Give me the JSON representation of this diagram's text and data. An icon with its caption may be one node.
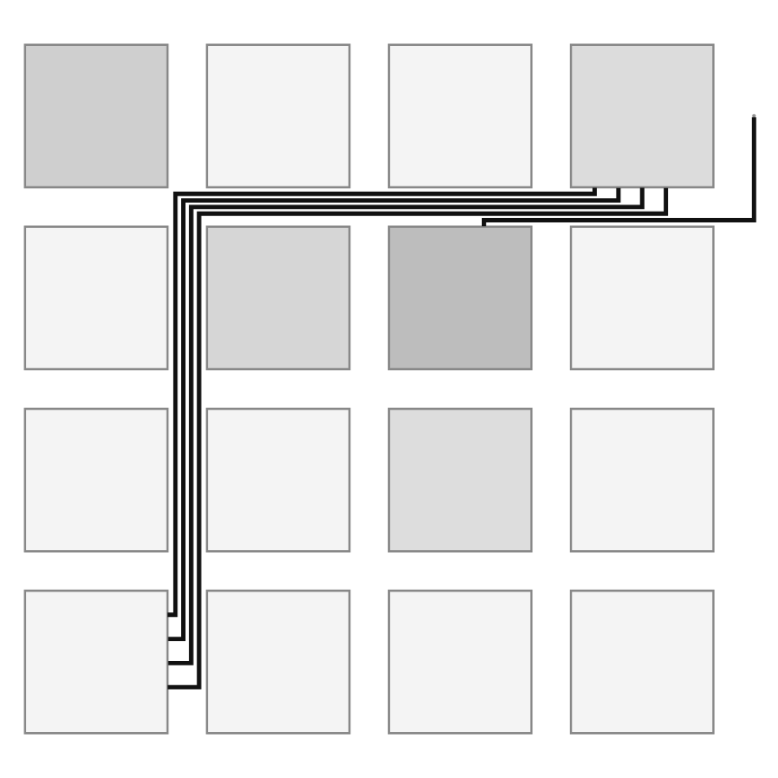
{
  "diagram": {
    "nodes": [
      {
        "text": [],
        "shape": "box"
      },
      {
        "text": [],
        "shape": "box"
      },
      {
        "text": [],
        "shape": "box"
      },
      {
        "text": [],
        "shape": "box"
      },
      {
        "text": [],
        "shape": "box"
      },
      {
        "text": [],
        "shape": "box"
      },
      {
        "text": [],
        "shape": "box"
      },
      {
        "text": [],
        "shape": "box"
      },
      {
        "text": [],
        "shape": "box"
      },
      {
        "text": [],
        "shape": "box"
      },
      {
        "text": [],
        "shape": "box"
      },
      {
        "text": [],
        "shape": "box"
      },
      {
        "text": [],
        "shape": "box"
      },
      {
        "text": [],
        "shape": "box"
      },
      {
        "text": [],
        "shape": "box"
      },
      {
        "text": [],
        "shape": "box"
      }
    ],
    "edges": [
      {
        "from": 3,
        "to": 12,
        "arrow": "none"
      },
      {
        "from": 3,
        "to": 12,
        "arrow": "none"
      },
      {
        "from": 3,
        "to": 12,
        "arrow": "none"
      },
      {
        "from": 3,
        "to": 12,
        "arrow": "none"
      },
      {
        "from": null,
        "to": 6,
        "arrow": "none"
      }
    ]
  }
}
